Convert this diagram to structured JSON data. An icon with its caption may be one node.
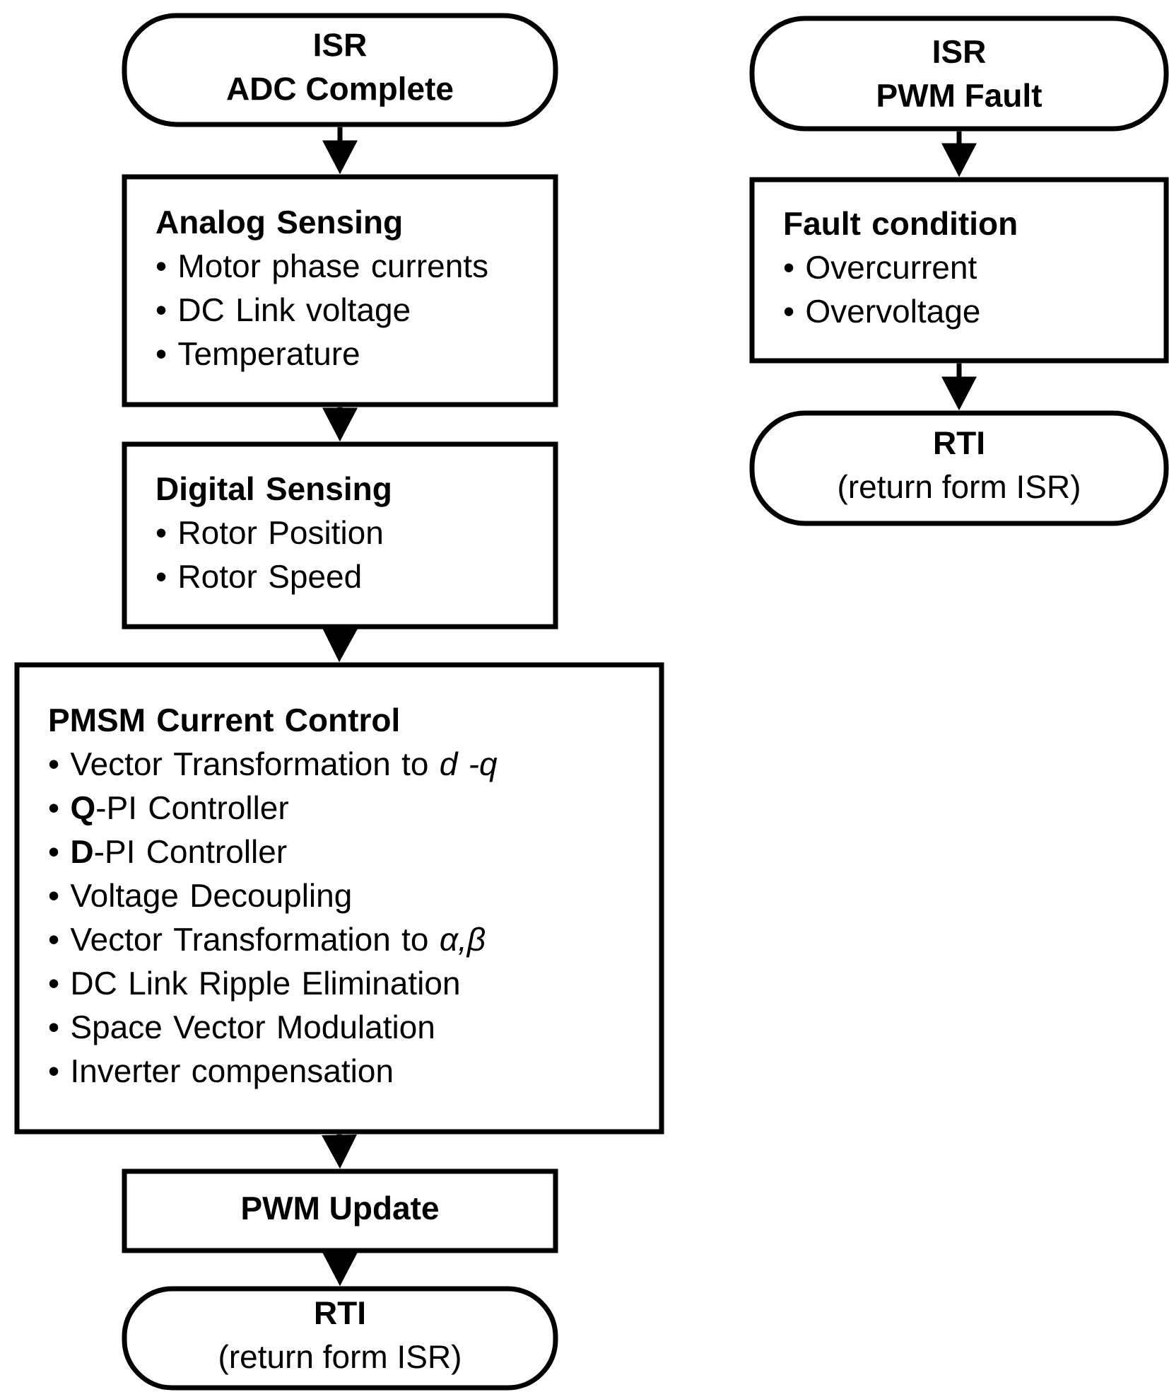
{
  "diagram": {
    "nodes": [
      {
        "text": [
          "ISR",
          "ADC Complete"
        ]
      },
      {
        "text": [
          "Analog Sensing",
          "• Motor phase currents",
          "• DC Link voltage",
          "• Temperature"
        ]
      },
      {
        "text": [
          "Digital Sensing",
          "• Rotor Position",
          "• Rotor Speed"
        ]
      },
      {
        "text": [
          "PMSM Current Control",
          "• Vector Transformation to *d -q*",
          "• **Q**-PI Controller",
          "• **D**-PI Controller",
          "• Voltage Decoupling",
          "• Vector Transformation to *α,β*",
          "• DC Link Ripple Elimination",
          "• Space Vector Modulation",
          "• Inverter compensation"
        ]
      },
      {
        "text": [
          "PWM Update"
        ]
      },
      {
        "text": [
          "RTI",
          "(return form ISR)"
        ]
      },
      {
        "text": [
          "ISR",
          "PWM Fault"
        ]
      },
      {
        "text": [
          "Fault condition",
          "• Overcurrent",
          "• Overvoltage"
        ]
      },
      {
        "text": [
          "RTI",
          "(return form ISR)"
        ]
      }
    ],
    "edges": [
      {
        "from": 0,
        "to": 1,
        "arrow": "to"
      },
      {
        "from": 1,
        "to": 2,
        "arrow": "to"
      },
      {
        "from": 2,
        "to": 3,
        "arrow": "to"
      },
      {
        "from": 3,
        "to": 4,
        "arrow": "to"
      },
      {
        "from": 4,
        "to": 5,
        "arrow": "to"
      },
      {
        "from": 6,
        "to": 7,
        "arrow": "to"
      },
      {
        "from": 7,
        "to": 8,
        "arrow": "to"
      }
    ]
  }
}
